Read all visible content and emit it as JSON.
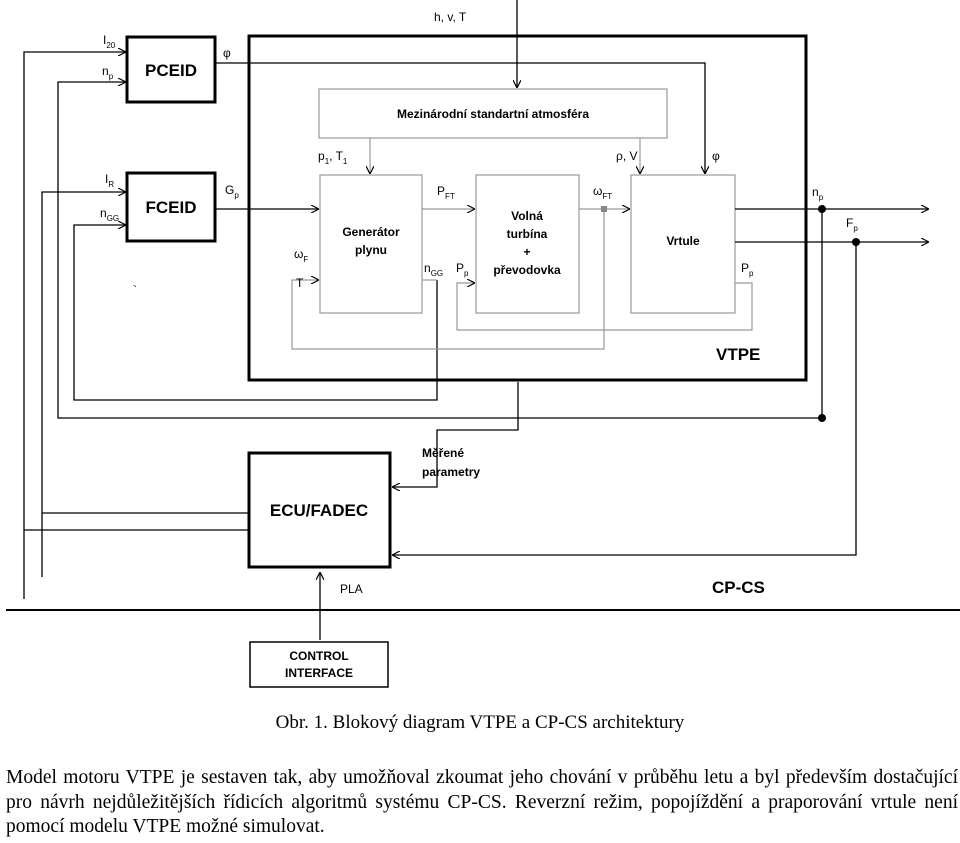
{
  "blocks": {
    "pceid": "PCEID",
    "fceid": "FCEID",
    "isa": "Mezinárodní standartní atmosféra",
    "generator_1": "Generátor",
    "generator_2": "plynu",
    "turbine_1": "Volná",
    "turbine_2": "turbína",
    "turbine_3": "+",
    "turbine_4": "převodovka",
    "propeller": "Vrtule",
    "vtpe": "VTPE",
    "ecu": "ECU/FADEC",
    "control_1": "CONTROL",
    "control_2": "INTERFACE",
    "cpcs": "CP-CS"
  },
  "signals": {
    "hvt": "h, v, T",
    "i20": "I",
    "i20_sub": "20",
    "np_in": "n",
    "np_in_sub": "p",
    "phi_out": "φ",
    "ir": "I",
    "ir_sub": "R",
    "ngg_in": "n",
    "ngg_in_sub": "GG",
    "gp": "G",
    "gp_sub": "p",
    "p1t1_a": "p",
    "p1t1_a_sub": "1",
    "p1t1_b": ", T",
    "p1t1_b_sub": "1",
    "rho_v": "ρ, V",
    "phi_in": "φ",
    "pft": "P",
    "pft_sub": "FT",
    "omega_ft": "ω",
    "omega_ft_sub": "FT",
    "omega_f": "ω",
    "omega_f_sub": "F",
    "t_sig": "T",
    "ngg_out": "n",
    "ngg_out_sub": "GG",
    "pp_mid": "P",
    "pp_mid_sub": "p",
    "pp_right": "P",
    "pp_right_sub": "p",
    "np_out": "n",
    "np_out_sub": "p",
    "fp_out": "F",
    "fp_out_sub": "p",
    "measured_1": "Měřené",
    "measured_2": "parametry",
    "pla": "PLA",
    "tick": "`"
  },
  "caption": "Obr. 1. Blokový diagram VTPE a CP-CS architektury",
  "paragraph": "Model motoru VTPE je sestaven tak, aby umožňoval zkoumat jeho chování v průběhu letu a byl především dostačující pro návrh nejdůležitějších řídicích algoritmů systému CP-CS. Reverzní režim, popojíždění a praporování vrtule není pomocí modelu VTPE možné simulovat."
}
